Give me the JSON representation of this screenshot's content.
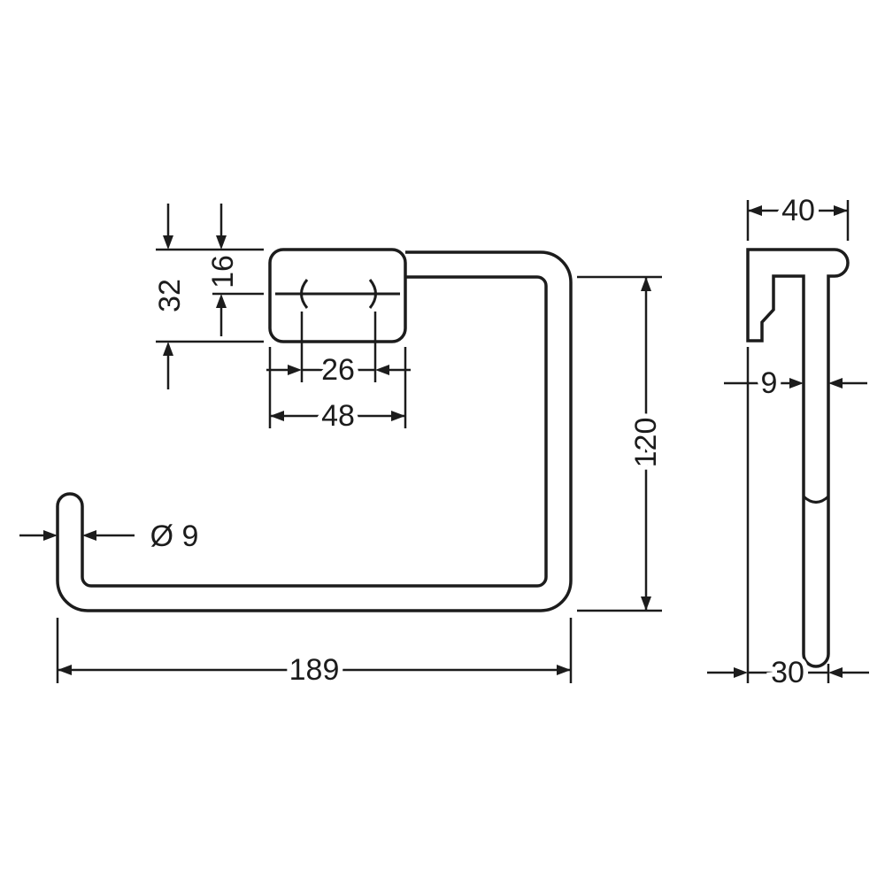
{
  "drawing": {
    "background": "#ffffff",
    "line_color": "#1c1c1c",
    "type": "technical-dimension-drawing",
    "views": {
      "front": {
        "name": "front-view",
        "dimensions": {
          "bracket_height": "32",
          "bracket_center_offset": "16",
          "inner_spacing": "26",
          "bracket_width": "48",
          "overall_height": "120",
          "bar_diameter": "Ø 9",
          "overall_width": "189"
        }
      },
      "side": {
        "name": "side-view",
        "dimensions": {
          "overall_depth": "40",
          "bar_diameter": "9",
          "bottom_depth": "30"
        }
      }
    }
  }
}
